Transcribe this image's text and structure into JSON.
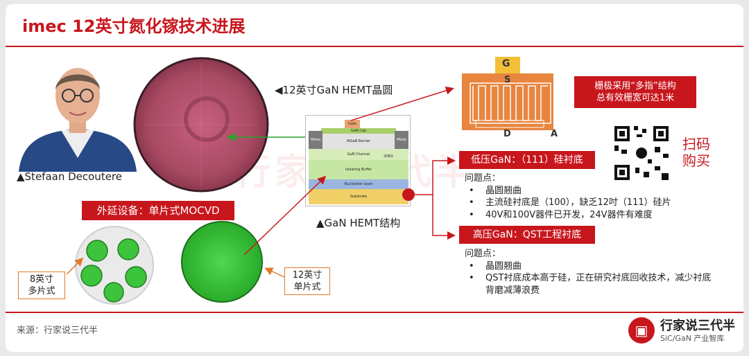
{
  "header": {
    "title": "imec 12英寸氮化镓技术进展"
  },
  "person": {
    "caption": "▲Stefaan Decoutere"
  },
  "wafer": {
    "caption": "◀12英寸GaN HEMT晶圆"
  },
  "hemt": {
    "caption": "▲GaN HEMT结构",
    "layers": {
      "gate": "Gate",
      "cap": "GaN Cap",
      "barrier": "AlGaN Barrier",
      "channel": "GaN Channel",
      "twodeg": "2DEG",
      "metal_left": "Metal",
      "metal_right": "Metal",
      "buffer": "Isolating Buffer",
      "nucleation": "Nucleation layer",
      "substrate": "Substrate"
    }
  },
  "finger": {
    "g": "G",
    "s": "S",
    "d": "D",
    "a": "A",
    "note_line1": "栅极采用“多指”结构",
    "note_line2": "总有效栅宽可达1米"
  },
  "qr": {
    "label_line1": "扫码",
    "label_line2": "购买"
  },
  "low_voltage": {
    "title": "低压GaN：（111）硅衬底",
    "issues_title": "问题点：",
    "items": [
      "晶圆翘曲",
      "主流硅衬底是（100），缺乏12吋（111）硅片",
      "40V和100V器件已开发，24V器件有难度"
    ]
  },
  "high_voltage": {
    "title": "高压GaN：QST工程衬底",
    "issues_title": "问题点：",
    "items": [
      "晶圆翘曲",
      "QST衬底成本高于硅，正在研究衬底回收技术，减少衬底"
    ],
    "continuation": "背磨减薄浪费"
  },
  "mocvd": {
    "label": "外延设备：单片式MOCVD"
  },
  "small_wafers": {
    "note_line1": "8英寸",
    "note_line2": "多片式"
  },
  "big_wafer": {
    "note_line1": "12英寸",
    "note_line2": "单片式"
  },
  "footer": {
    "source": "来源：行家说三代半",
    "brand_name": "行家说三代半",
    "brand_tagline": "SiC/GaN 产业智库"
  },
  "watermark": "行家说三代半",
  "colors": {
    "accent": "#c8161d",
    "orange": "#e07a2a",
    "wafer_green": "#3cc43c",
    "wafer_pink": "#b0506a"
  }
}
